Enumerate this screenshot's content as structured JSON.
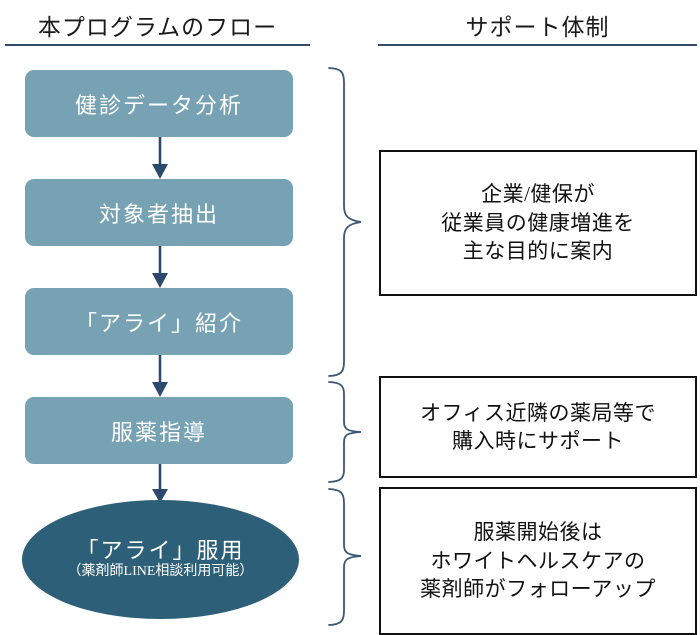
{
  "columns": {
    "left_header": "本プログラムのフロー",
    "right_header": "サポート体制"
  },
  "flow": {
    "steps": [
      {
        "label": "健診データ分析"
      },
      {
        "label": "対象者抽出"
      },
      {
        "label": "「アライ」紹介"
      },
      {
        "label": "服薬指導"
      }
    ],
    "final": {
      "label": "「アライ」服用",
      "sublabel": "（薬剤師LINE相談利用可能）"
    }
  },
  "support": {
    "boxes": [
      {
        "line1": "企業/健保が",
        "line2": "従業員の健康増進を",
        "line3": "主な目的に案内"
      },
      {
        "line1": "オフィス近隣の薬局等で",
        "line2": "購入時にサポート",
        "line3": ""
      },
      {
        "line1": "服薬開始後は",
        "line2": "ホワイトヘルスケアの",
        "line3": "薬剤師がフォローアップ"
      }
    ]
  },
  "colors": {
    "box_fill": "#76a2b4",
    "ellipse_fill": "#2d6078",
    "arrow": "#2c4a6e",
    "brace": "#3a5878",
    "rule": "#2f4b6e",
    "text_dark": "#111111",
    "text_light": "#ffffff"
  }
}
